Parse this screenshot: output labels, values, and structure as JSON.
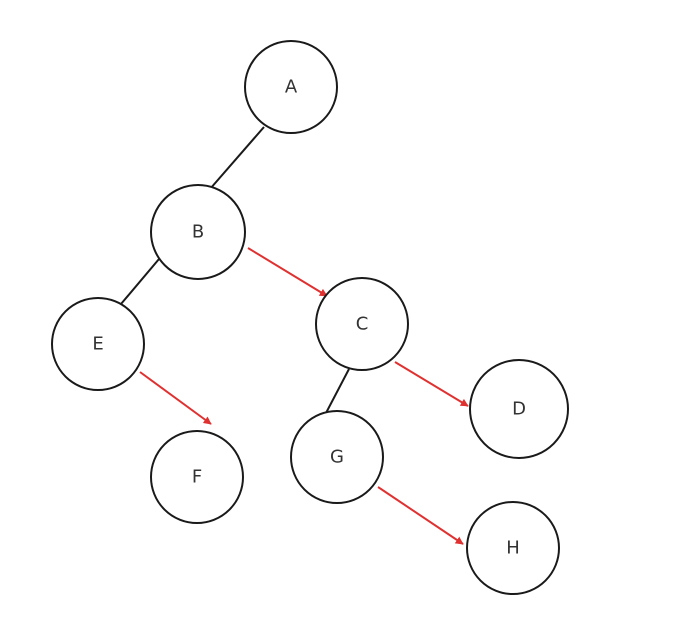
{
  "colors": {
    "node_stroke": "#1a1a1a",
    "tree_edge": "#1a1a1a",
    "link_edge": "#e03131",
    "label": "#333333"
  },
  "nodes": {
    "a": "A",
    "b": "B",
    "c": "C",
    "d": "D",
    "e": "E",
    "f": "F",
    "g": "G",
    "h": "H"
  },
  "edges": {
    "tree": [
      [
        "A",
        "B"
      ],
      [
        "B",
        "E"
      ],
      [
        "C",
        "G"
      ]
    ],
    "links": [
      [
        "B",
        "C"
      ],
      [
        "C",
        "D"
      ],
      [
        "E",
        "F"
      ],
      [
        "G",
        "H"
      ]
    ]
  }
}
